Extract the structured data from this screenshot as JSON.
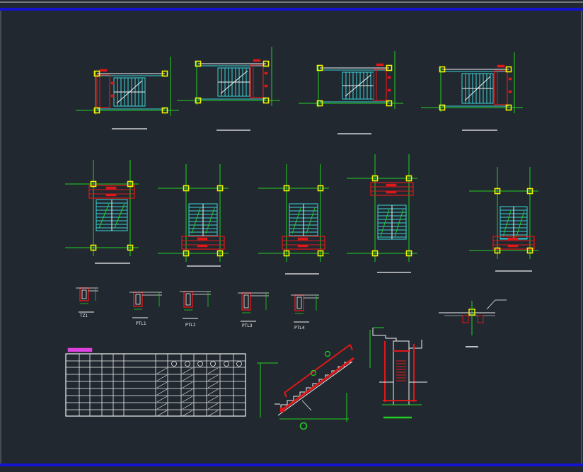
{
  "colors": {
    "background": "#212830",
    "frame_blue": "#1414d0",
    "axis_green": "#22d022",
    "stair_cyan": "#3ad6d6",
    "beam_red": "#e01818",
    "column_yellow": "#f4f400",
    "wall_gray": "#8a9098",
    "table_white": "#f2f2f2",
    "label_magenta": "#e040e0"
  },
  "labels": {
    "section_1": "TZ1",
    "section_2": "PTL1",
    "section_3": "PTL2",
    "section_4": "PTL3",
    "section_5": "PTL4"
  }
}
